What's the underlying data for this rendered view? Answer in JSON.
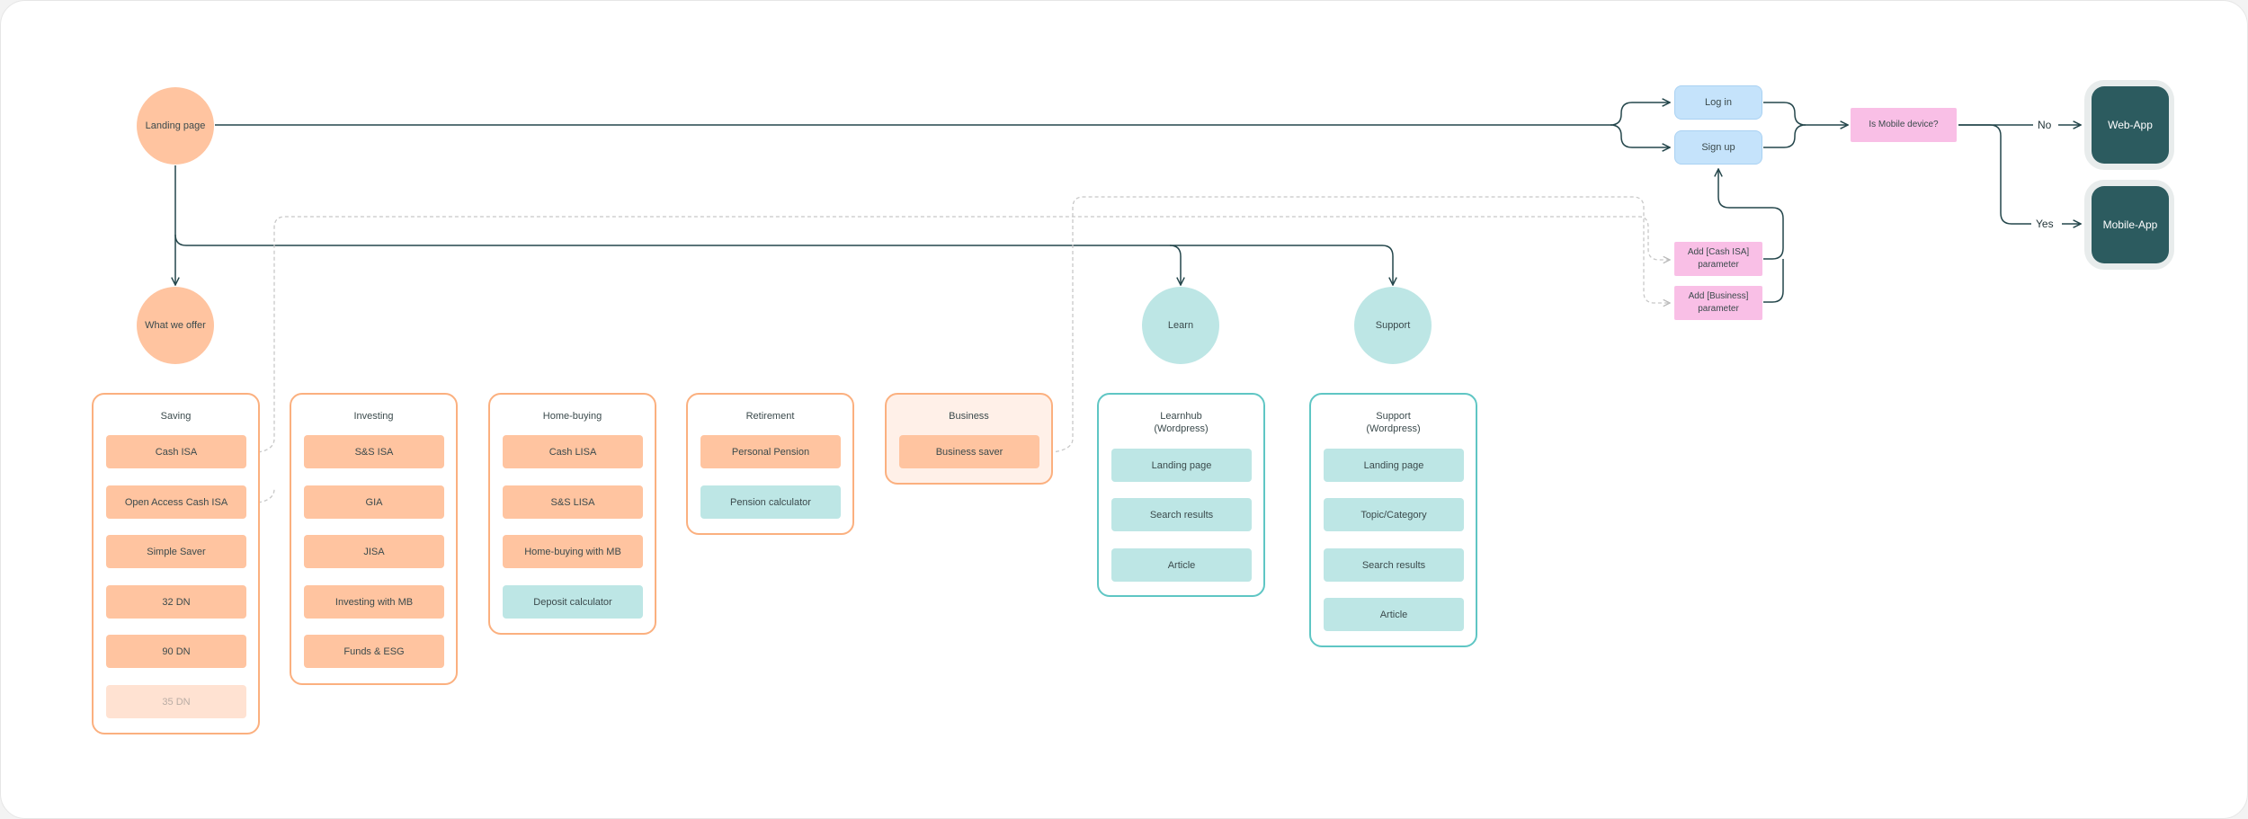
{
  "nodes": {
    "landing_page": "Landing page",
    "what_we_offer": "What we offer",
    "learn": "Learn",
    "support": "Support",
    "log_in": "Log in",
    "sign_up": "Sign up",
    "is_mobile": "Is Mobile device?",
    "add_cash_isa": "Add [Cash ISA]\nparameter",
    "add_business": "Add [Business]\nparameter",
    "web_app": "Web-App",
    "mobile_app": "Mobile-App",
    "no_label": "No",
    "yes_label": "Yes"
  },
  "groups": {
    "saving": {
      "title": "Saving",
      "items": [
        "Cash ISA",
        "Open Access Cash ISA",
        "Simple Saver",
        "32 DN",
        "90 DN",
        "35 DN"
      ]
    },
    "investing": {
      "title": "Investing",
      "items": [
        "S&S ISA",
        "GIA",
        "JISA",
        "Investing with MB",
        "Funds & ESG"
      ]
    },
    "home_buying": {
      "title": "Home-buying",
      "items": [
        "Cash LISA",
        "S&S LISA",
        "Home-buying with MB",
        "Deposit calculator"
      ]
    },
    "retirement": {
      "title": "Retirement",
      "items": [
        "Personal Pension",
        "Pension calculator"
      ]
    },
    "business": {
      "title": "Business",
      "items": [
        "Business saver"
      ]
    },
    "learnhub": {
      "title": "Learnhub\n(Wordpress)",
      "items": [
        "Landing page",
        "Search results",
        "Article"
      ]
    },
    "support_wp": {
      "title": "Support\n(Wordpress)",
      "items": [
        "Landing page",
        "Topic/Category",
        "Search results",
        "Article"
      ]
    }
  },
  "colors": {
    "orange_node": "#ffc4a0",
    "teal_node": "#bde6e5",
    "blue_node": "#c5e3fb",
    "pink_node": "#f9bfe6",
    "app_node": "#2c5b5f",
    "line": "#24464b"
  }
}
